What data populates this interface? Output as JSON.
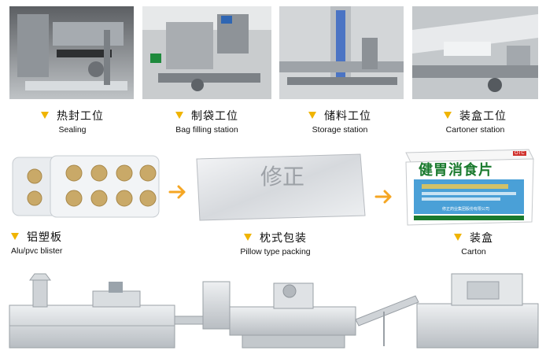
{
  "stations": [
    {
      "zh": "热封工位",
      "en": "Sealing"
    },
    {
      "zh": "制袋工位",
      "en": "Bag filling station"
    },
    {
      "zh": "储料工位",
      "en": "Storage station"
    },
    {
      "zh": "装盒工位",
      "en": "Cartoner station"
    }
  ],
  "products": [
    {
      "zh": "铝塑板",
      "en": "Alu/pvc blister"
    },
    {
      "zh": "枕式包装",
      "en": "Pillow type packing"
    },
    {
      "zh": "装盒",
      "en": "Carton"
    }
  ],
  "pillow_pack": {
    "brand_text": "修正"
  },
  "carton_box": {
    "title": "健胃消食片",
    "badge": "OTC",
    "company": "修正药业集团股份有限公司"
  },
  "colors": {
    "marker": "#f0b400",
    "arrow": "#f5a623",
    "carton_title": "#1a7a2e",
    "carton_body": "#2a8fd0"
  }
}
